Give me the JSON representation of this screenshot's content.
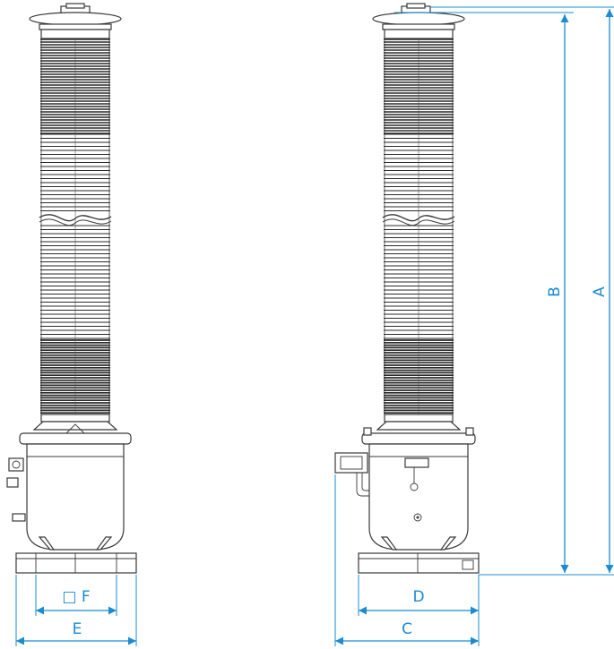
{
  "labels": {
    "a": "A",
    "b": "B",
    "c": "C",
    "d": "D",
    "e": "E",
    "f": "□ F"
  },
  "colors": {
    "dimension": "#1a8ccf",
    "line": "#3a3a3a",
    "sheds": "#2a2a2a"
  }
}
